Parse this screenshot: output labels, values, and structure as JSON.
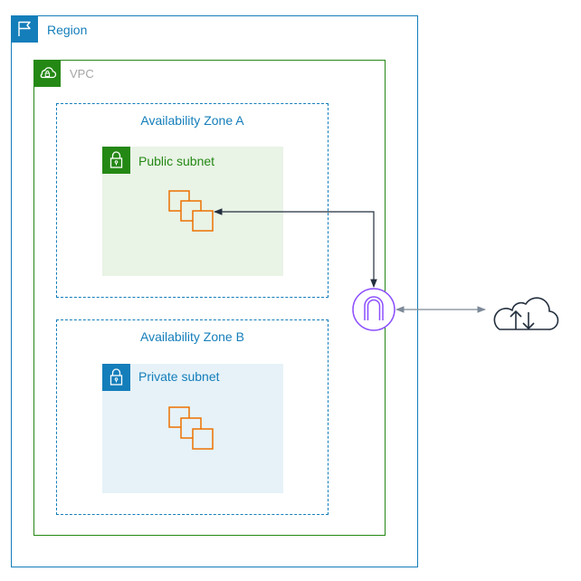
{
  "region": {
    "label": "Region",
    "color": "#147eba",
    "icon": "flag-icon"
  },
  "vpc": {
    "label": "VPC",
    "color": "#248814",
    "icon": "cloud-lock-icon"
  },
  "availability_zones": [
    {
      "label": "Availability Zone A",
      "subnet": {
        "label": "Public subnet",
        "color": "#248814",
        "fill": "#e9f3e6",
        "icon": "padlock-icon"
      },
      "resource_icon": "instances-icon"
    },
    {
      "label": "Availability Zone B",
      "subnet": {
        "label": "Private subnet",
        "color": "#147eba",
        "fill": "#e6f2f8",
        "icon": "padlock-icon"
      },
      "resource_icon": "instances-icon"
    }
  ],
  "gateway": {
    "icon": "internet-gateway-icon",
    "color": "#8c4fff"
  },
  "internet": {
    "icon": "cloud-upload-download-icon"
  },
  "colors": {
    "instance": "#ed7100",
    "connector": "#232f3e",
    "connector_light": "#7d8998"
  }
}
